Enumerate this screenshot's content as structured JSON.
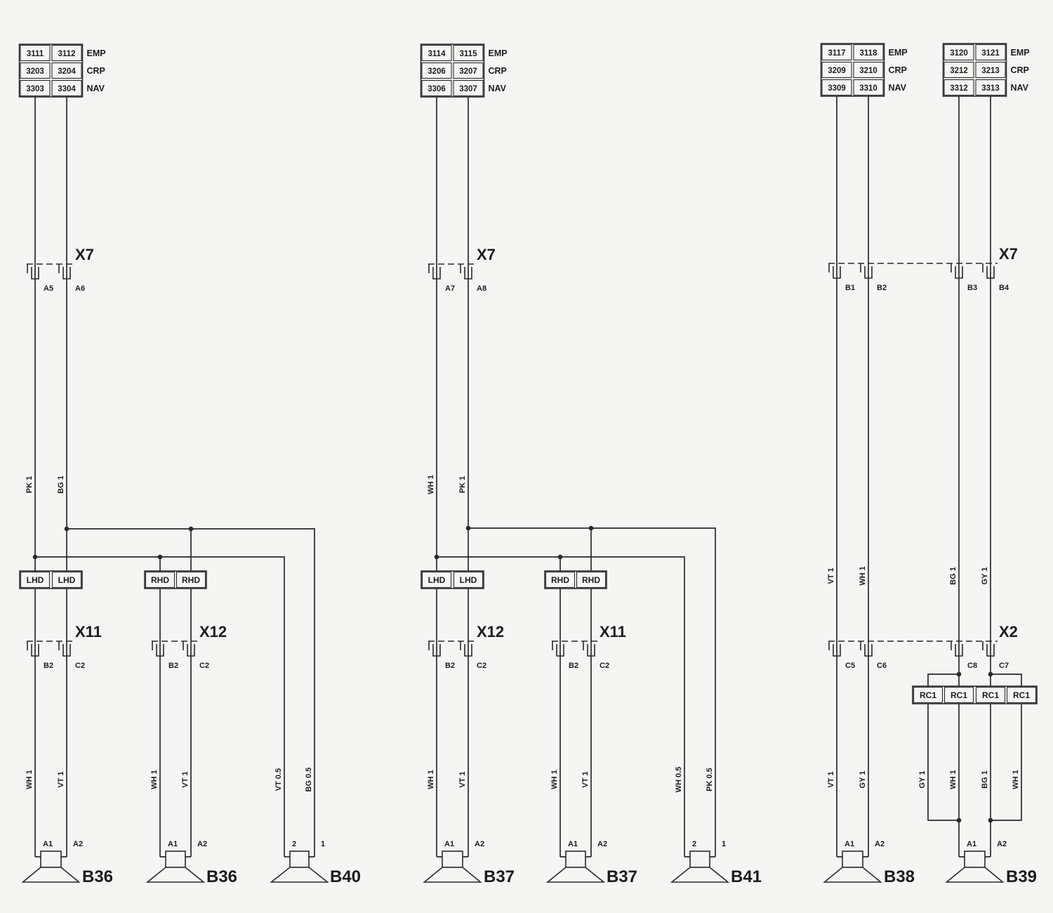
{
  "sections": [
    {
      "tables": [
        [
          [
            "3111",
            "3112",
            "EMP"
          ],
          [
            "3203",
            "3204",
            "CRP"
          ],
          [
            "3303",
            "3304",
            "NAV"
          ]
        ]
      ],
      "upper_connector": {
        "label": "X7",
        "pins": [
          "A5",
          "A6"
        ]
      },
      "upper_wires": [
        "PK 1",
        "BG 1"
      ],
      "branches": [
        {
          "variant": [
            "LHD",
            "LHD"
          ],
          "connector": {
            "label": "X11",
            "pins": [
              "B2",
              "C2"
            ]
          },
          "wires": [
            "WH 1",
            "VT 1"
          ],
          "speaker": {
            "label": "B36",
            "pins": [
              "A1",
              "A2"
            ]
          }
        },
        {
          "variant": [
            "RHD",
            "RHD"
          ],
          "connector": {
            "label": "X12",
            "pins": [
              "B2",
              "C2"
            ]
          },
          "wires": [
            "WH 1",
            "VT 1"
          ],
          "speaker": {
            "label": "B36",
            "pins": [
              "A1",
              "A2"
            ]
          }
        },
        {
          "wires": [
            "VT 0.5",
            "BG 0.5"
          ],
          "speaker": {
            "label": "B40",
            "pins": [
              "2",
              "1"
            ]
          }
        }
      ]
    },
    {
      "tables": [
        [
          [
            "3114",
            "3115",
            "EMP"
          ],
          [
            "3206",
            "3207",
            "CRP"
          ],
          [
            "3306",
            "3307",
            "NAV"
          ]
        ]
      ],
      "upper_connector": {
        "label": "X7",
        "pins": [
          "A7",
          "A8"
        ]
      },
      "upper_wires": [
        "WH 1",
        "PK 1"
      ],
      "branches": [
        {
          "variant": [
            "LHD",
            "LHD"
          ],
          "connector": {
            "label": "X12",
            "pins": [
              "B2",
              "C2"
            ]
          },
          "wires": [
            "WH 1",
            "VT 1"
          ],
          "speaker": {
            "label": "B37",
            "pins": [
              "A1",
              "A2"
            ]
          }
        },
        {
          "variant": [
            "RHD",
            "RHD"
          ],
          "connector": {
            "label": "X11",
            "pins": [
              "B2",
              "C2"
            ]
          },
          "wires": [
            "WH 1",
            "VT 1"
          ],
          "speaker": {
            "label": "B37",
            "pins": [
              "A1",
              "A2"
            ]
          }
        },
        {
          "wires": [
            "WH 0.5",
            "PK 0.5"
          ],
          "speaker": {
            "label": "B41",
            "pins": [
              "2",
              "1"
            ]
          }
        }
      ]
    },
    {
      "tables": [
        [
          [
            "3117",
            "3118",
            "EMP"
          ],
          [
            "3209",
            "3210",
            "CRP"
          ],
          [
            "3309",
            "3310",
            "NAV"
          ]
        ],
        [
          [
            "3120",
            "3121",
            "EMP"
          ],
          [
            "3212",
            "3213",
            "CRP"
          ],
          [
            "3312",
            "3313",
            "NAV"
          ]
        ]
      ],
      "upper_connector": {
        "label": "X7",
        "pins": [
          "B1",
          "B2",
          "B3",
          "B4"
        ]
      },
      "upper_wires": [
        "VT 1",
        "WH 1",
        "BG 1",
        "GY 1"
      ],
      "lower_connector": {
        "label": "X2",
        "pins": [
          "C5",
          "C6",
          "C8",
          "C7"
        ]
      },
      "variant": [
        "RC1",
        "RC1",
        "RC1",
        "RC1"
      ],
      "lower_wires": [
        "VT 1",
        "GY 1",
        "GY 1",
        "WH 1",
        "BG 1",
        "WH 1"
      ],
      "speakers": [
        {
          "label": "B38",
          "pins": [
            "A1",
            "A2"
          ]
        },
        {
          "label": "B39",
          "pins": [
            "A1",
            "A2"
          ]
        }
      ]
    }
  ]
}
